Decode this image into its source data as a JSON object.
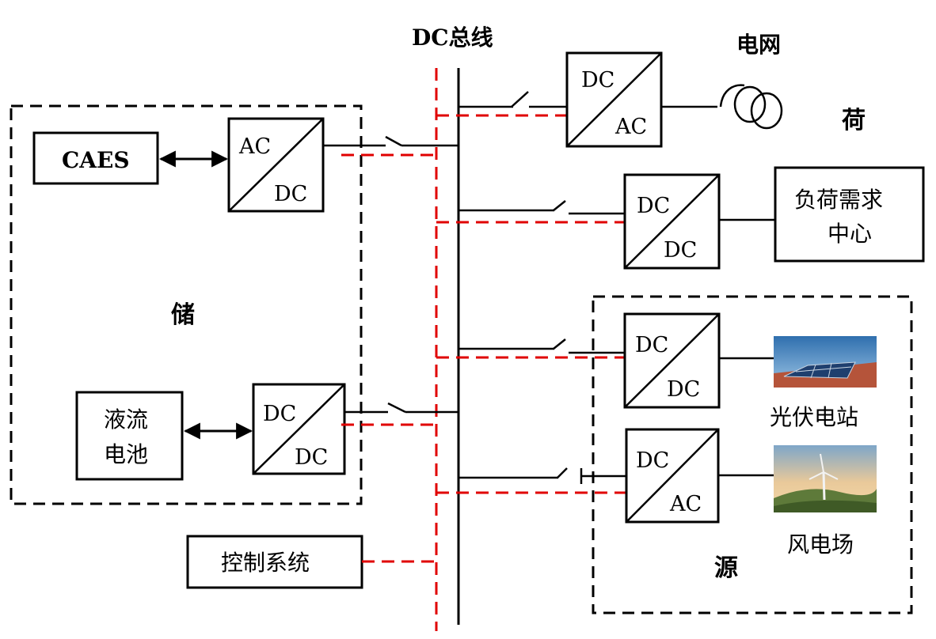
{
  "bus_label": "DC总线",
  "zones": {
    "storage": "储",
    "load": "荷",
    "source": "源"
  },
  "grid": {
    "label": "电网"
  },
  "storage_devices": {
    "caes": "CAES",
    "flow_battery": [
      "液流",
      "电池"
    ]
  },
  "load_center": [
    "负荷需求",
    "中心"
  ],
  "control_system": "控制系统",
  "sources": {
    "pv": "光伏电站",
    "wind": "风电场"
  },
  "converters": [
    {
      "id": "grid",
      "top": "DC",
      "bottom": "AC"
    },
    {
      "id": "caes",
      "top": "AC",
      "bottom": "DC"
    },
    {
      "id": "load",
      "top": "DC",
      "bottom": "DC"
    },
    {
      "id": "pv",
      "top": "DC",
      "bottom": "DC"
    },
    {
      "id": "flow",
      "top": "DC",
      "bottom": "DC"
    },
    {
      "id": "wind",
      "top": "DC",
      "bottom": "AC"
    }
  ],
  "colors": {
    "line": "#000000",
    "control_signal": "#e00000"
  },
  "icons": [
    "bidirectional-arrow-icon",
    "transformer-icon",
    "switch-icon",
    "solar-panel-image",
    "wind-turbine-image"
  ]
}
